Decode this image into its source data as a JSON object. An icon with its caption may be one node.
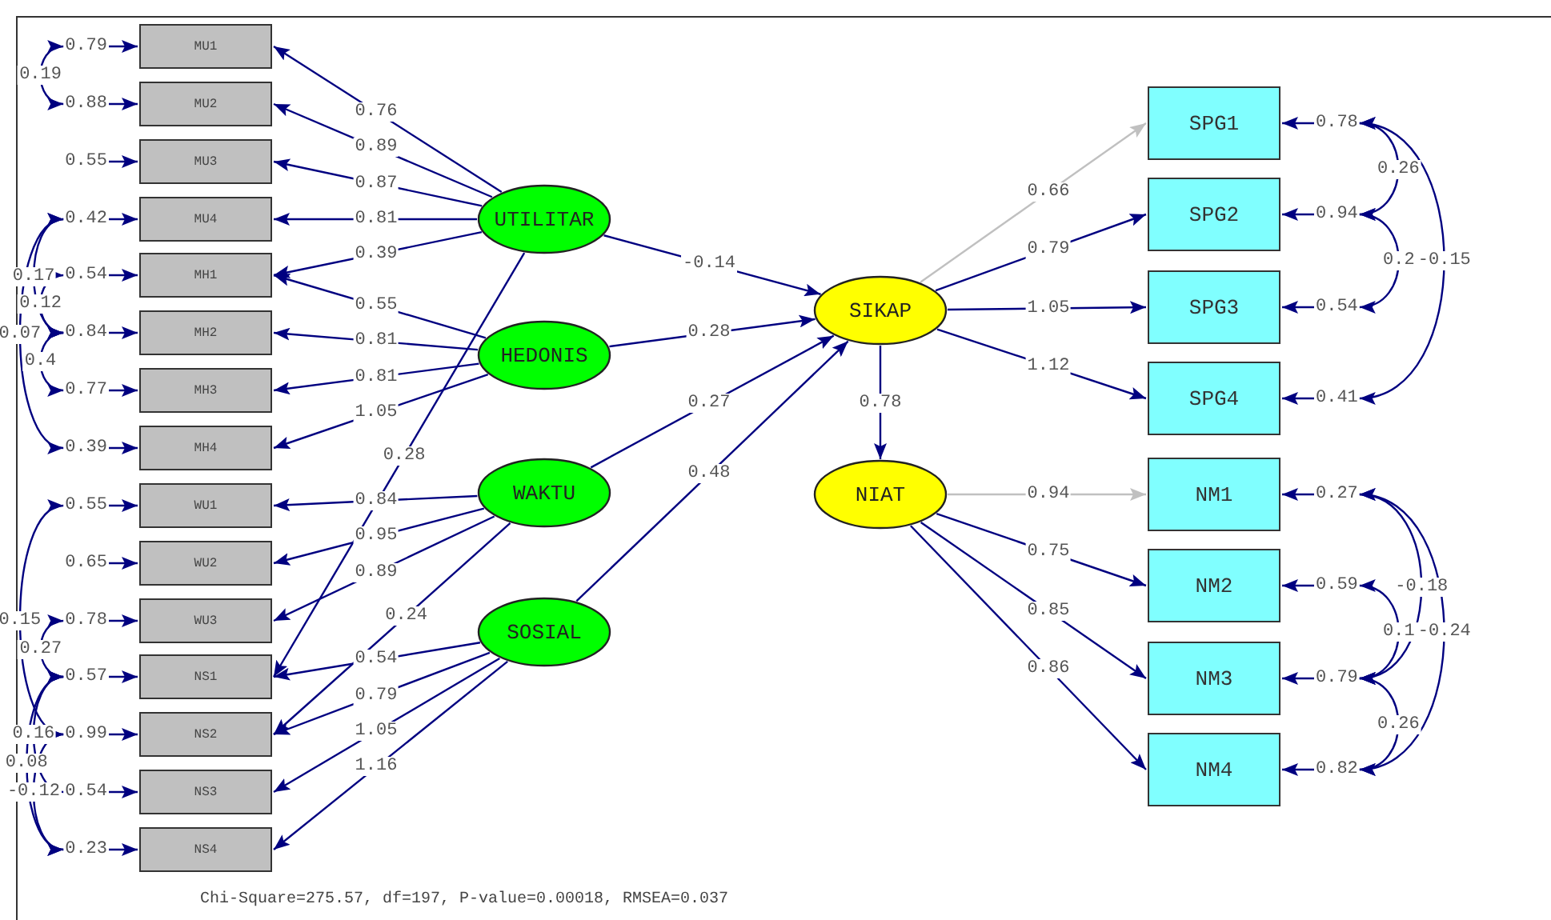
{
  "diagram": {
    "nodes": [
      {
        "text": [
          "MU1"
        ]
      },
      {
        "text": [
          "MU2"
        ]
      },
      {
        "text": [
          "MU3"
        ]
      },
      {
        "text": [
          "MU4"
        ]
      },
      {
        "text": [
          "MH1"
        ]
      },
      {
        "text": [
          "MH2"
        ]
      },
      {
        "text": [
          "MH3"
        ]
      },
      {
        "text": [
          "MH4"
        ]
      },
      {
        "text": [
          "WU1"
        ]
      },
      {
        "text": [
          "WU2"
        ]
      },
      {
        "text": [
          "WU3"
        ]
      },
      {
        "text": [
          "NS1"
        ]
      },
      {
        "text": [
          "NS2"
        ]
      },
      {
        "text": [
          "NS3"
        ]
      },
      {
        "text": [
          "NS4"
        ]
      },
      {
        "text": [
          "0.79"
        ]
      },
      {
        "text": [
          "0.88"
        ]
      },
      {
        "text": [
          "0.55"
        ]
      },
      {
        "text": [
          "0.42"
        ]
      },
      {
        "text": [
          "0.54"
        ]
      },
      {
        "text": [
          "0.84"
        ]
      },
      {
        "text": [
          "0.77"
        ]
      },
      {
        "text": [
          "0.39"
        ]
      },
      {
        "text": [
          "0.55"
        ]
      },
      {
        "text": [
          "0.65"
        ]
      },
      {
        "text": [
          "0.78"
        ]
      },
      {
        "text": [
          "0.57"
        ]
      },
      {
        "text": [
          "0.99"
        ]
      },
      {
        "text": [
          "0.54"
        ]
      },
      {
        "text": [
          "0.23"
        ]
      },
      {
        "text": [
          "UTILITAR"
        ]
      },
      {
        "text": [
          "HEDONIS"
        ]
      },
      {
        "text": [
          "WAKTU"
        ]
      },
      {
        "text": [
          "SOSIAL"
        ]
      },
      {
        "text": [
          "SIKAP"
        ]
      },
      {
        "text": [
          "NIAT"
        ]
      },
      {
        "text": [
          "SPG1"
        ]
      },
      {
        "text": [
          "SPG2"
        ]
      },
      {
        "text": [
          "SPG3"
        ]
      },
      {
        "text": [
          "SPG4"
        ]
      },
      {
        "text": [
          "NM1"
        ]
      },
      {
        "text": [
          "NM2"
        ]
      },
      {
        "text": [
          "NM3"
        ]
      },
      {
        "text": [
          "NM4"
        ]
      },
      {
        "text": [
          "0.78"
        ]
      },
      {
        "text": [
          "0.94"
        ]
      },
      {
        "text": [
          "0.54"
        ]
      },
      {
        "text": [
          "0.41"
        ]
      },
      {
        "text": [
          "0.27"
        ]
      },
      {
        "text": [
          "0.59"
        ]
      },
      {
        "text": [
          "0.79"
        ]
      },
      {
        "text": [
          "0.82"
        ]
      }
    ],
    "edges": [
      {
        "from": 15,
        "to": 0,
        "arrow": "to"
      },
      {
        "from": 16,
        "to": 1,
        "arrow": "to"
      },
      {
        "from": 17,
        "to": 2,
        "arrow": "to"
      },
      {
        "from": 18,
        "to": 3,
        "arrow": "to"
      },
      {
        "from": 19,
        "to": 4,
        "arrow": "to"
      },
      {
        "from": 20,
        "to": 5,
        "arrow": "to"
      },
      {
        "from": 21,
        "to": 6,
        "arrow": "to"
      },
      {
        "from": 22,
        "to": 7,
        "arrow": "to"
      },
      {
        "from": 23,
        "to": 8,
        "arrow": "to"
      },
      {
        "from": 24,
        "to": 9,
        "arrow": "to"
      },
      {
        "from": 25,
        "to": 10,
        "arrow": "to"
      },
      {
        "from": 26,
        "to": 11,
        "arrow": "to"
      },
      {
        "from": 27,
        "to": 12,
        "arrow": "to"
      },
      {
        "from": 28,
        "to": 13,
        "arrow": "to"
      },
      {
        "from": 29,
        "to": 14,
        "arrow": "to"
      },
      {
        "from": 44,
        "to": 36,
        "arrow": "to"
      },
      {
        "from": 45,
        "to": 37,
        "arrow": "to"
      },
      {
        "from": 46,
        "to": 38,
        "arrow": "to"
      },
      {
        "from": 47,
        "to": 39,
        "arrow": "to"
      },
      {
        "from": 48,
        "to": 40,
        "arrow": "to"
      },
      {
        "from": 49,
        "to": 41,
        "arrow": "to"
      },
      {
        "from": 50,
        "to": 42,
        "arrow": "to"
      },
      {
        "from": 51,
        "to": 43,
        "arrow": "to"
      },
      {
        "from": 30,
        "to": 0,
        "arrow": "to",
        "label": "0.76"
      },
      {
        "from": 30,
        "to": 1,
        "arrow": "to",
        "label": "0.89"
      },
      {
        "from": 30,
        "to": 2,
        "arrow": "to",
        "label": "0.87"
      },
      {
        "from": 30,
        "to": 3,
        "arrow": "to",
        "label": "0.81"
      },
      {
        "from": 30,
        "to": 4,
        "arrow": "to",
        "label": "0.39"
      },
      {
        "from": 30,
        "to": 11,
        "arrow": "to",
        "label": "0.28"
      },
      {
        "from": 31,
        "to": 4,
        "arrow": "to",
        "label": "0.55"
      },
      {
        "from": 31,
        "to": 5,
        "arrow": "to",
        "label": "0.81"
      },
      {
        "from": 31,
        "to": 6,
        "arrow": "to",
        "label": "0.81"
      },
      {
        "from": 31,
        "to": 7,
        "arrow": "to",
        "label": "1.05"
      },
      {
        "from": 32,
        "to": 8,
        "arrow": "to",
        "label": "0.84"
      },
      {
        "from": 32,
        "to": 9,
        "arrow": "to",
        "label": "0.95"
      },
      {
        "from": 32,
        "to": 10,
        "arrow": "to",
        "label": "0.89"
      },
      {
        "from": 32,
        "to": 12,
        "arrow": "to",
        "label": "0.24"
      },
      {
        "from": 33,
        "to": 11,
        "arrow": "to",
        "label": "0.54"
      },
      {
        "from": 33,
        "to": 12,
        "arrow": "to",
        "label": "0.79"
      },
      {
        "from": 33,
        "to": 13,
        "arrow": "to",
        "label": "1.05"
      },
      {
        "from": 33,
        "to": 14,
        "arrow": "to",
        "label": "1.16"
      },
      {
        "from": 30,
        "to": 34,
        "arrow": "to",
        "label": "-0.14"
      },
      {
        "from": 31,
        "to": 34,
        "arrow": "to",
        "label": "0.28"
      },
      {
        "from": 32,
        "to": 34,
        "arrow": "to",
        "label": "0.27"
      },
      {
        "from": 33,
        "to": 34,
        "arrow": "to",
        "label": "0.48"
      },
      {
        "from": 34,
        "to": 35,
        "arrow": "to",
        "label": "0.78"
      },
      {
        "from": 34,
        "to": 36,
        "arrow": "to",
        "label": "0.66",
        "color": "#c0c0c0"
      },
      {
        "from": 34,
        "to": 37,
        "arrow": "to",
        "label": "0.79"
      },
      {
        "from": 34,
        "to": 38,
        "arrow": "to",
        "label": "1.05"
      },
      {
        "from": 34,
        "to": 39,
        "arrow": "to",
        "label": "1.12"
      },
      {
        "from": 35,
        "to": 40,
        "arrow": "to",
        "label": "0.94",
        "color": "#c0c0c0"
      },
      {
        "from": 35,
        "to": 41,
        "arrow": "to",
        "label": "0.75"
      },
      {
        "from": 35,
        "to": 42,
        "arrow": "to",
        "label": "0.85"
      },
      {
        "from": 35,
        "to": 43,
        "arrow": "to",
        "label": "0.86"
      },
      {
        "from": 15,
        "to": 16,
        "arrow": "both",
        "label": "0.19"
      },
      {
        "from": 18,
        "to": 20,
        "arrow": "both",
        "label": "0.17"
      },
      {
        "from": 19,
        "to": 20,
        "arrow": "both",
        "label": "0.12"
      },
      {
        "from": 18,
        "to": 22,
        "arrow": "both",
        "label": "0.07"
      },
      {
        "from": 20,
        "to": 21,
        "arrow": "both",
        "label": "0.4"
      },
      {
        "from": 23,
        "to": 27,
        "arrow": "both",
        "label": "0.15"
      },
      {
        "from": 25,
        "to": 26,
        "arrow": "both",
        "label": "0.27"
      },
      {
        "from": 26,
        "to": 28,
        "arrow": "both",
        "label": "0.16"
      },
      {
        "from": 27,
        "to": 29,
        "arrow": "both",
        "label": "-0.12"
      },
      {
        "from": 26,
        "to": 29,
        "arrow": "both",
        "label": "0.08"
      },
      {
        "from": 44,
        "to": 45,
        "arrow": "both",
        "label": "0.26"
      },
      {
        "from": 45,
        "to": 46,
        "arrow": "both",
        "label": "0.2"
      },
      {
        "from": 44,
        "to": 47,
        "arrow": "both",
        "label": "-0.15"
      },
      {
        "from": 48,
        "to": 50,
        "arrow": "both",
        "label": "-0.18"
      },
      {
        "from": 48,
        "to": 51,
        "arrow": "both",
        "label": "-0.24"
      },
      {
        "from": 49,
        "to": 50,
        "arrow": "both",
        "label": "0.1"
      },
      {
        "from": 50,
        "to": 51,
        "arrow": "both",
        "label": "0.26"
      }
    ],
    "labels": [
      "Chi-Square=275.57, df=197, P-value=0.00018, RMSEA=0.037"
    ]
  }
}
